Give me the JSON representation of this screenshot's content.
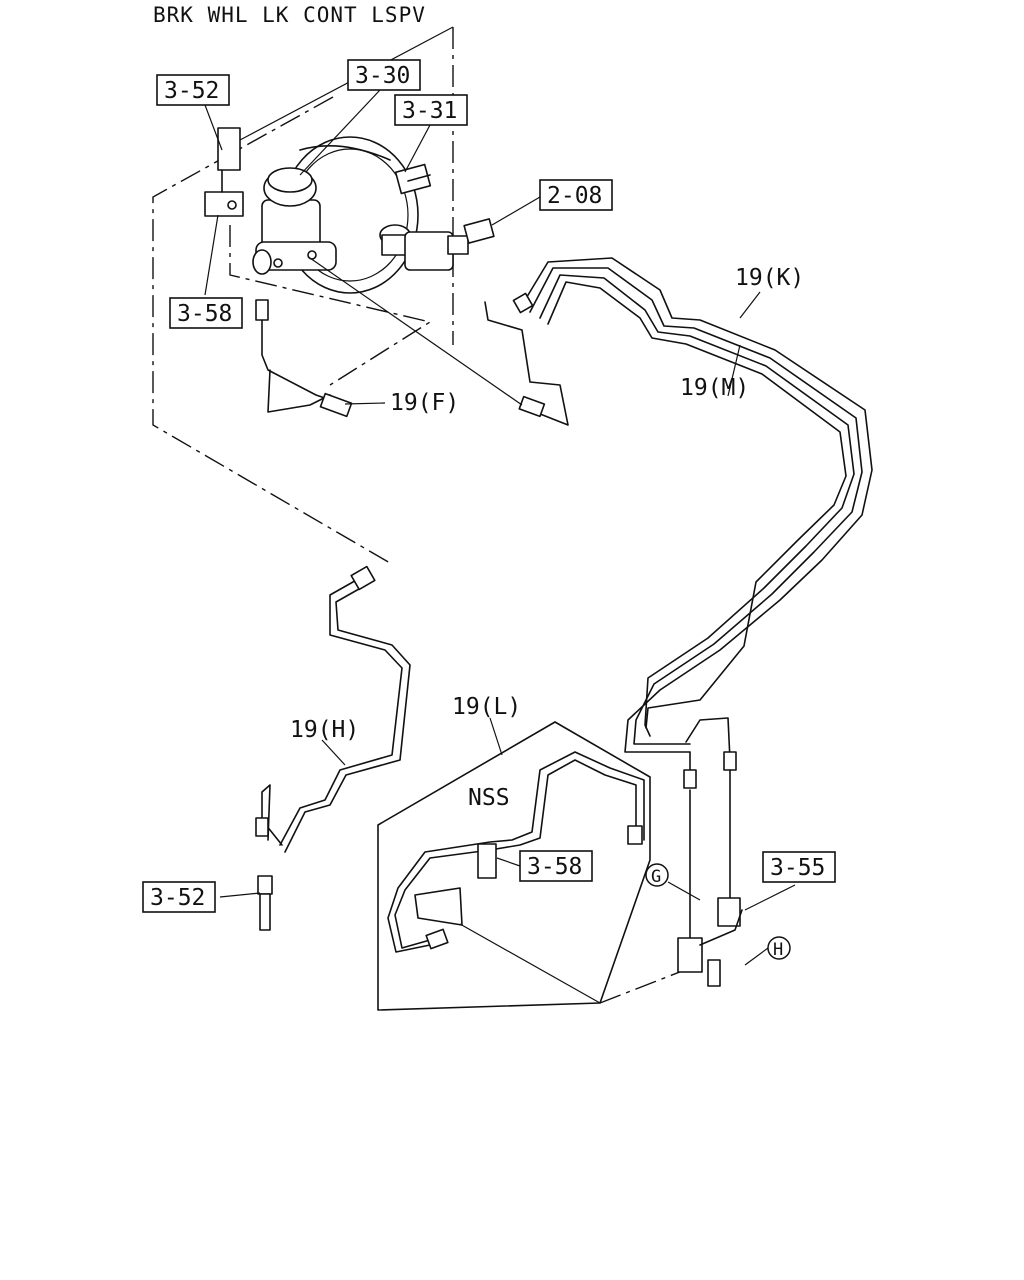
{
  "title": "BRK WHL LK CONT LSPV",
  "labels": {
    "ref_3_30": "3-30",
    "ref_3_31": "3-31",
    "ref_3_52_top": "3-52",
    "ref_3_58_top": "3-58",
    "ref_2_08": "2-08",
    "pipe_19F": "19(F)",
    "pipe_19K": "19(K)",
    "pipe_19M": "19(M)",
    "pipe_19H": "19(H)",
    "pipe_19L": "19(L)",
    "nss": "NSS",
    "ref_3_58_bottom": "3-58",
    "ref_3_52_bottom": "3-52",
    "ref_3_55": "3-55",
    "point_G": "G",
    "point_H": "H"
  }
}
